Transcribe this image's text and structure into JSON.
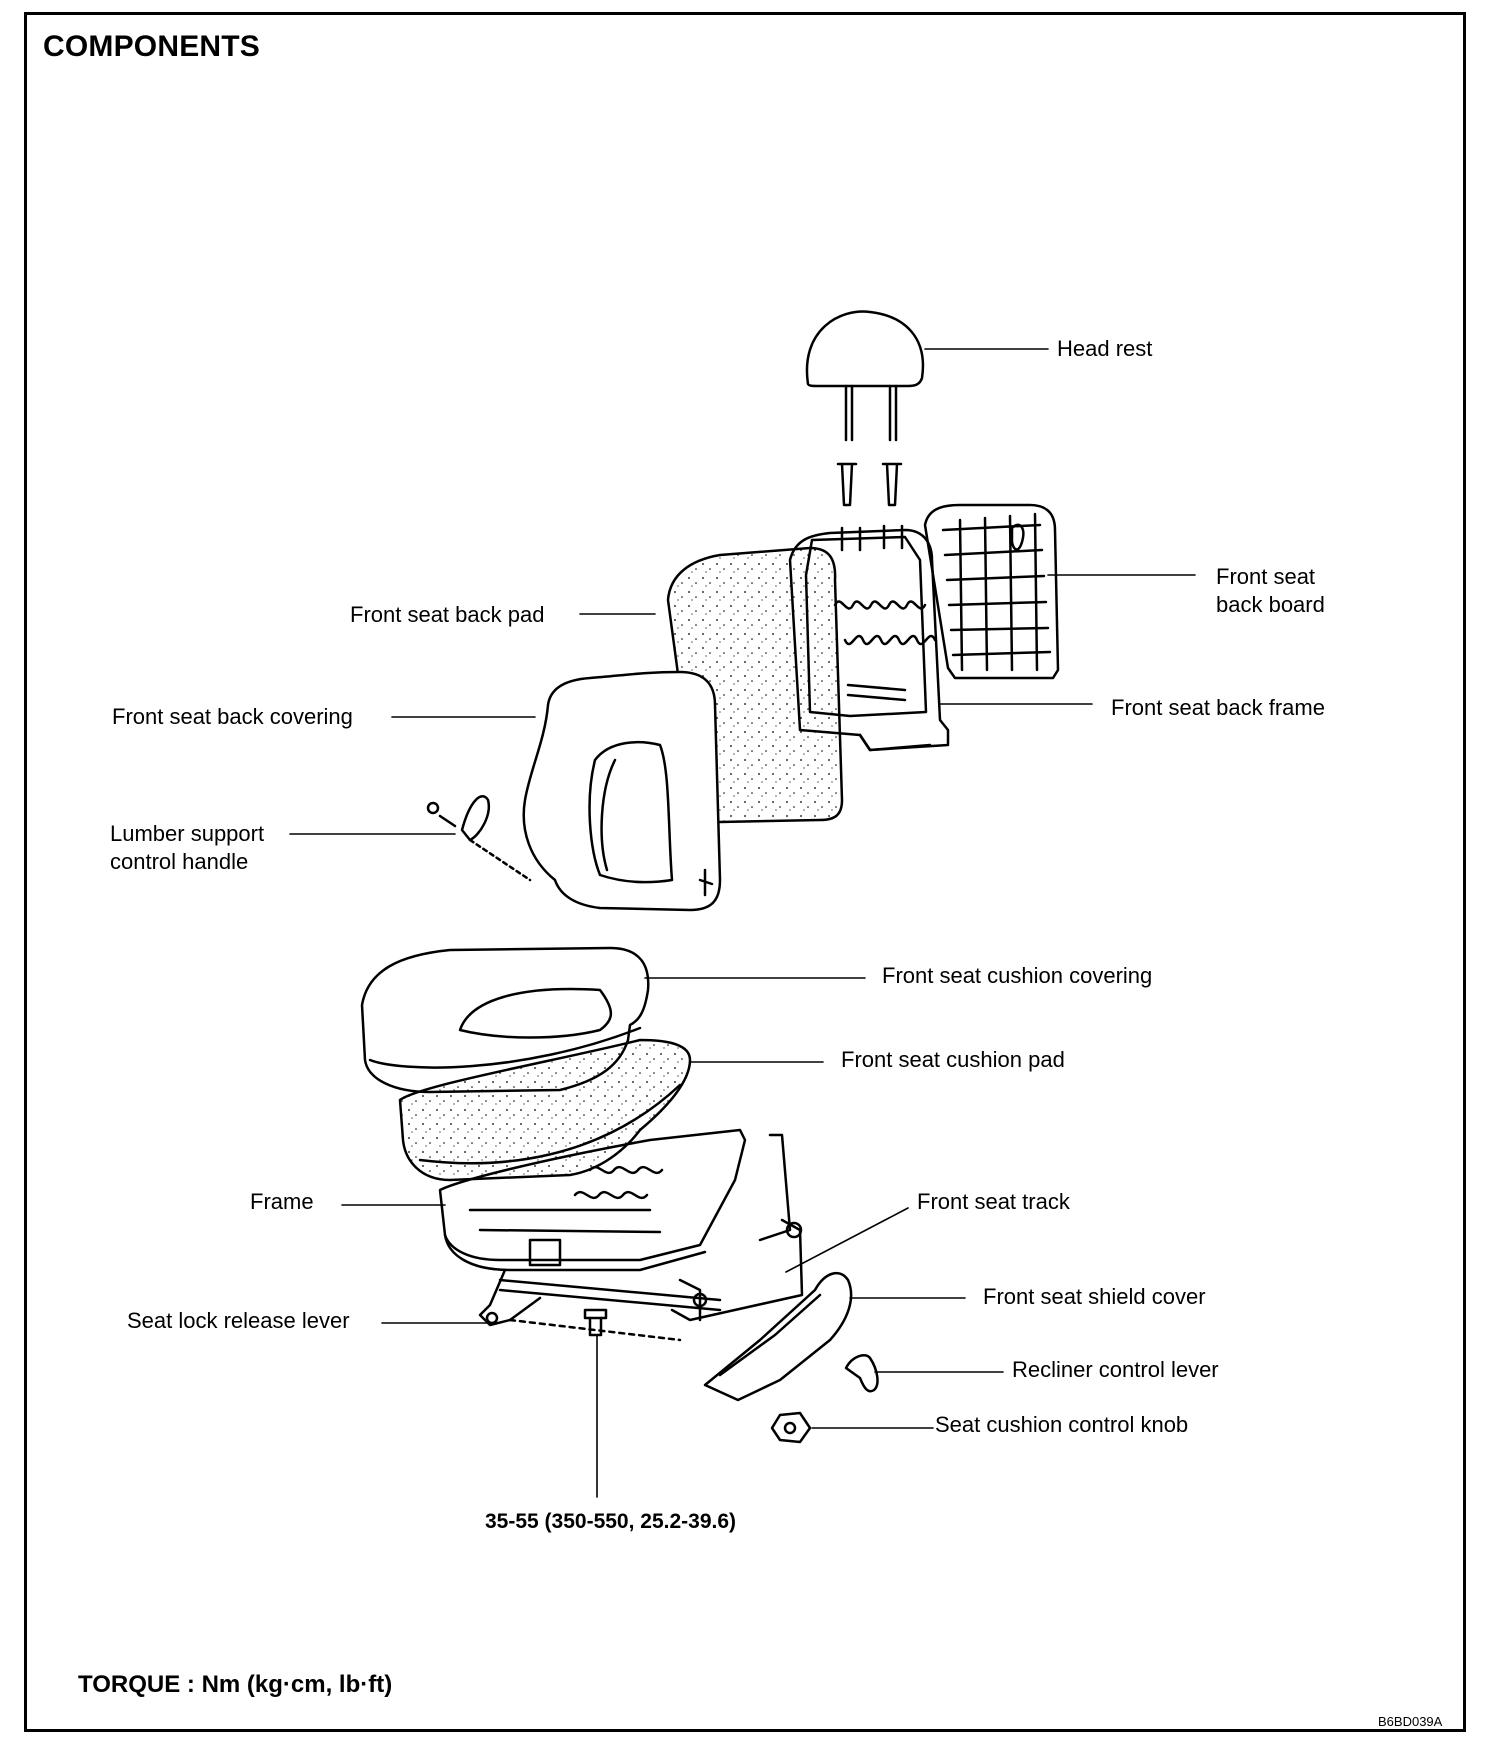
{
  "title": "COMPONENTS",
  "labels": {
    "head_rest": "Head rest",
    "back_board": "Front seat\nback board",
    "back_pad": "Front seat back pad",
    "back_covering": "Front seat back covering",
    "back_frame": "Front seat back frame",
    "lumber_handle": "Lumber support\ncontrol handle",
    "cushion_covering": "Front seat cushion covering",
    "cushion_pad": "Front seat cushion pad",
    "frame": "Frame",
    "seat_track": "Front seat track",
    "shield_cover": "Front seat shield cover",
    "lock_release": "Seat lock release lever",
    "recliner_lever": "Recliner control lever",
    "cushion_knob": "Seat cushion control knob"
  },
  "torque_value": "35-55 (350-550, 25.2-39.6)",
  "torque_unit": "TORQUE : Nm (kg·cm, lb·ft)",
  "figure_code": "B6BD039A"
}
